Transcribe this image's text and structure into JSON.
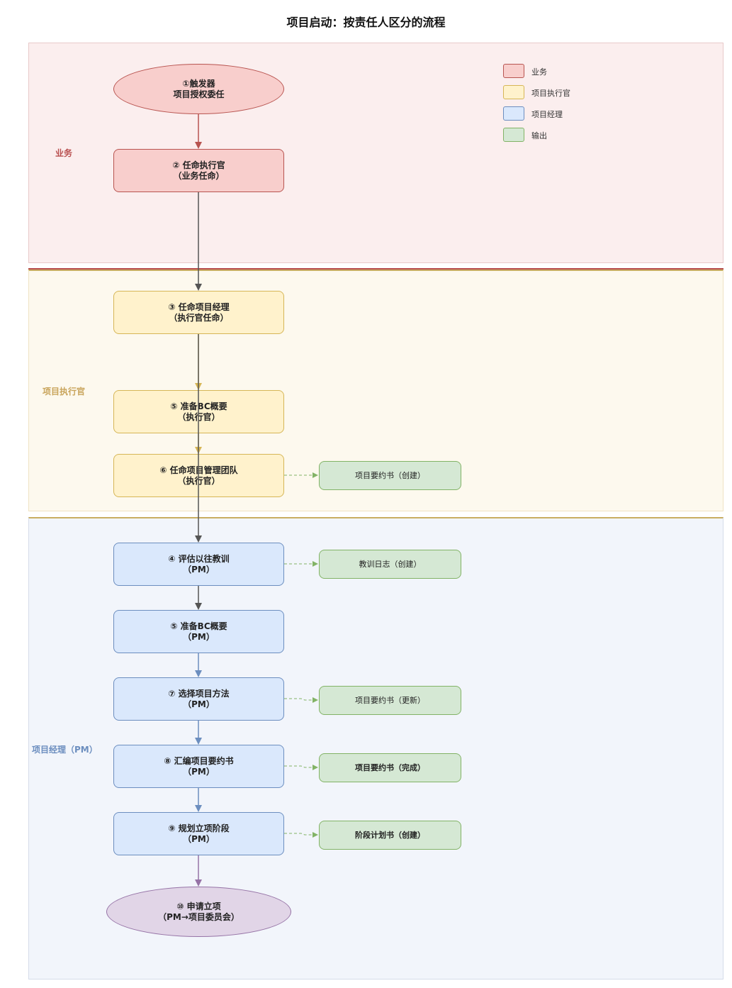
{
  "title": "项目启动：按责任人区分的流程",
  "lanes": {
    "business": "业务",
    "exec": "项目执行官",
    "pm": "项目经理（PM）"
  },
  "legend": [
    {
      "label": "业务",
      "color": "#f8cecc"
    },
    {
      "label": "项目执行官",
      "color": "#fff2cc"
    },
    {
      "label": "项目经理",
      "color": "#dae8fc"
    },
    {
      "label": "输出",
      "color": "#d5e8d4"
    }
  ],
  "nodes": {
    "n1": [
      "①触发器",
      "项目授权委任"
    ],
    "n2": [
      "② 任命执行官",
      "（业务任命）"
    ],
    "n3": [
      "③ 任命项目经理",
      "（执行官任命）"
    ],
    "n5a": [
      "⑤ 准备BC概要",
      "（执行官）"
    ],
    "n6": [
      "⑥ 任命项目管理团队",
      "（执行官）"
    ],
    "n4": [
      "④ 评估以往教训",
      "（PM）"
    ],
    "n5b": [
      "⑤ 准备BC概要",
      "（PM）"
    ],
    "n7": [
      "⑦ 选择项目方法",
      "（PM）"
    ],
    "n8": [
      "⑧ 汇编项目要约书",
      "（PM）"
    ],
    "n9": [
      "⑨ 规划立项阶段",
      "（PM）"
    ],
    "n10": [
      "⑩ 申请立项",
      "（PM→项目委员会）"
    ]
  },
  "outputs": {
    "o6": "项目要约书（创建）",
    "o4": "教训日志（创建）",
    "o7": "项目要约书（更新）",
    "o8": "项目要约书（完成）",
    "o9": "阶段计划书（创建）"
  },
  "colors": {
    "business_edge": "#b85450",
    "exec_edge": "#d6b656",
    "pm_edge": "#6c8ebf",
    "main_edge": "#555555",
    "final_edge": "#9673a6",
    "output_edge": "#82b366"
  }
}
